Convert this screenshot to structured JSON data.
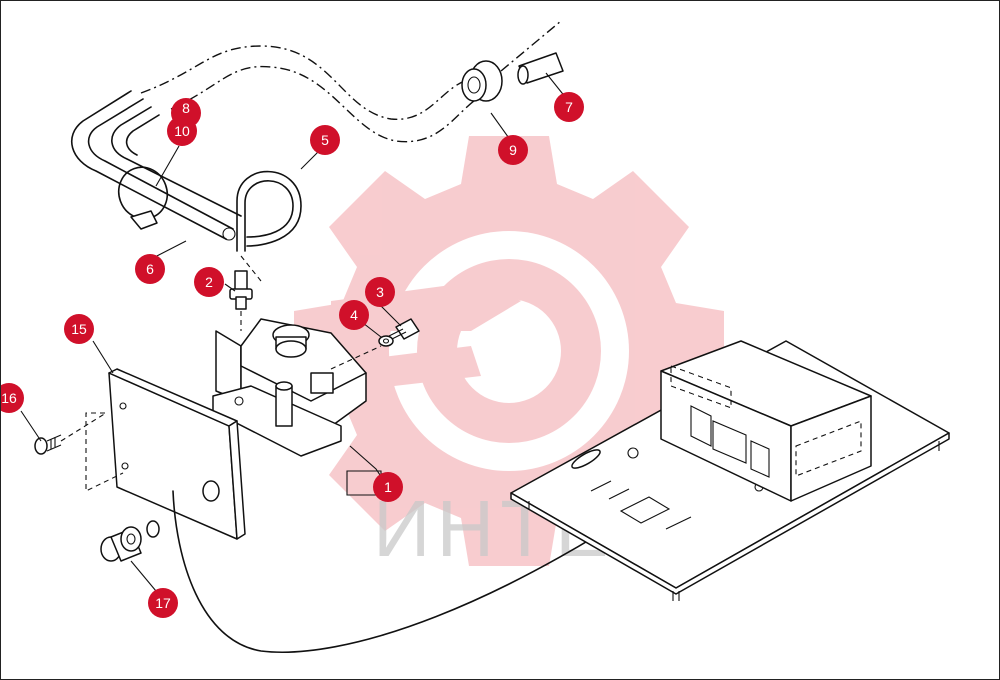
{
  "watermark": {
    "text": "ИНТЕХ",
    "color": "#f2a3a8"
  },
  "callout_color": "#d0102a",
  "callouts": [
    {
      "label": "1"
    },
    {
      "label": "2"
    },
    {
      "label": "3"
    },
    {
      "label": "4"
    },
    {
      "label": "5"
    },
    {
      "label": "6"
    },
    {
      "label": "7"
    },
    {
      "label": "8"
    },
    {
      "label": "9"
    },
    {
      "label": "10"
    },
    {
      "label": "15"
    },
    {
      "label": "16"
    },
    {
      "label": "17"
    }
  ]
}
